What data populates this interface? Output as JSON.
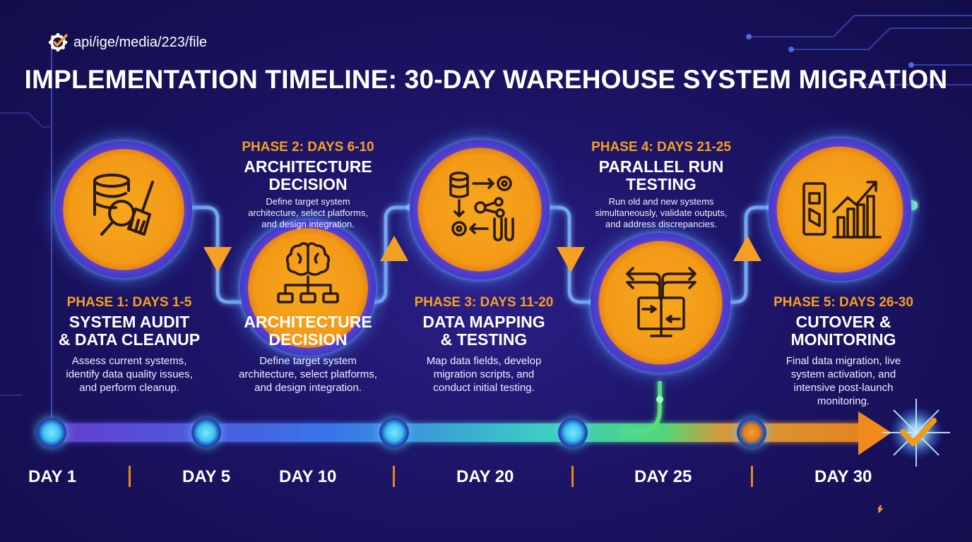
{
  "header": {
    "breadcrumb": "api/ige/media/223/file",
    "title": "IMPLEMENTATION TIMELINE: 30-DAY WAREHOUSE SYSTEM MIGRATION"
  },
  "phases": [
    {
      "label": "PHASE 1: DAYS 1-5",
      "title_line1": "SYSTEM AUDIT",
      "title_line2": "& DATA CLEANUP",
      "desc": [
        "Assess current systems,",
        "identify data quality issues,",
        "and perform cleanup."
      ],
      "icon": "database-search-broom-icon"
    },
    {
      "label": "PHASE 2: DAYS 6-10",
      "title_line1": "ARCHITECTURE",
      "title_line2": "DECISION",
      "desc": [
        "Define target system",
        "architecture, select platforms,",
        "and design integration."
      ],
      "icon": "brain-hierarchy-icon"
    },
    {
      "label": "PHASE 3: DAYS 11-20",
      "title_line1": "DATA MAPPING",
      "title_line2": "& TESTING",
      "desc": [
        "Map data fields, develop",
        "migration scripts, and",
        "conduct initial testing."
      ],
      "icon": "data-mapping-icon"
    },
    {
      "label": "PHASE 4: DAYS 21-25",
      "title_line1": "PARALLEL RUN",
      "title_line2": "TESTING",
      "desc": [
        "Run old and new systems",
        "simultaneously, validate outputs,",
        "and address discrepancies."
      ],
      "icon": "parallel-screens-icon"
    },
    {
      "label": "PHASE 5: DAYS 26-30",
      "title_line1": "CUTOVER &",
      "title_line2": "MONITORING",
      "desc": [
        "Final data migration, live",
        "system activation, and",
        "intensive post-launch",
        "monitoring."
      ],
      "icon": "switch-growth-chart-icon"
    }
  ],
  "phase2_repeat": {
    "title_line1": "ARCHITECTURE",
    "title_line2": "DECISION",
    "desc": [
      "Define target system",
      "architecture, select platforms,",
      "and design integration."
    ]
  },
  "timeline": {
    "days": [
      "DAY 1",
      "DAY 5",
      "DAY 10",
      "DAY 20",
      "DAY 25",
      "DAY 30"
    ]
  },
  "colors": {
    "accent_orange": "#f5a023",
    "timeline_blue": "#4a7dff",
    "timeline_green": "#43e08a",
    "background": "#1c1465"
  }
}
